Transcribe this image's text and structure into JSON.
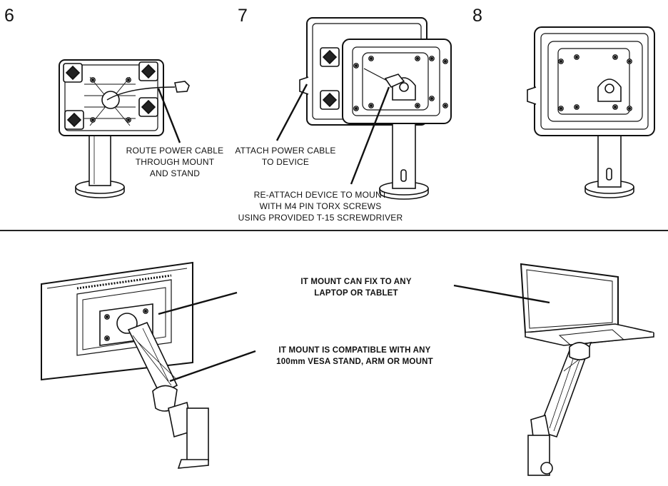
{
  "steps": [
    {
      "number": "6",
      "caption": "ROUTE POWER CABLE\nTHROUGH MOUNT\nAND STAND"
    },
    {
      "number": "7",
      "caption": "ATTACH POWER CABLE\nTO DEVICE",
      "caption2": "RE-ATTACH DEVICE TO MOUNT\nWITH M4 PIN TORX SCREWS\nUSING PROVIDED T-15 SCREWDRIVER"
    },
    {
      "number": "8"
    }
  ],
  "bottom": {
    "callout_laptop": "IT MOUNT CAN FIX TO ANY\nLAPTOP OR TABLET",
    "callout_vesa": "IT MOUNT IS COMPATIBLE WITH ANY\n100mm VESA STAND, ARM OR MOUNT"
  }
}
